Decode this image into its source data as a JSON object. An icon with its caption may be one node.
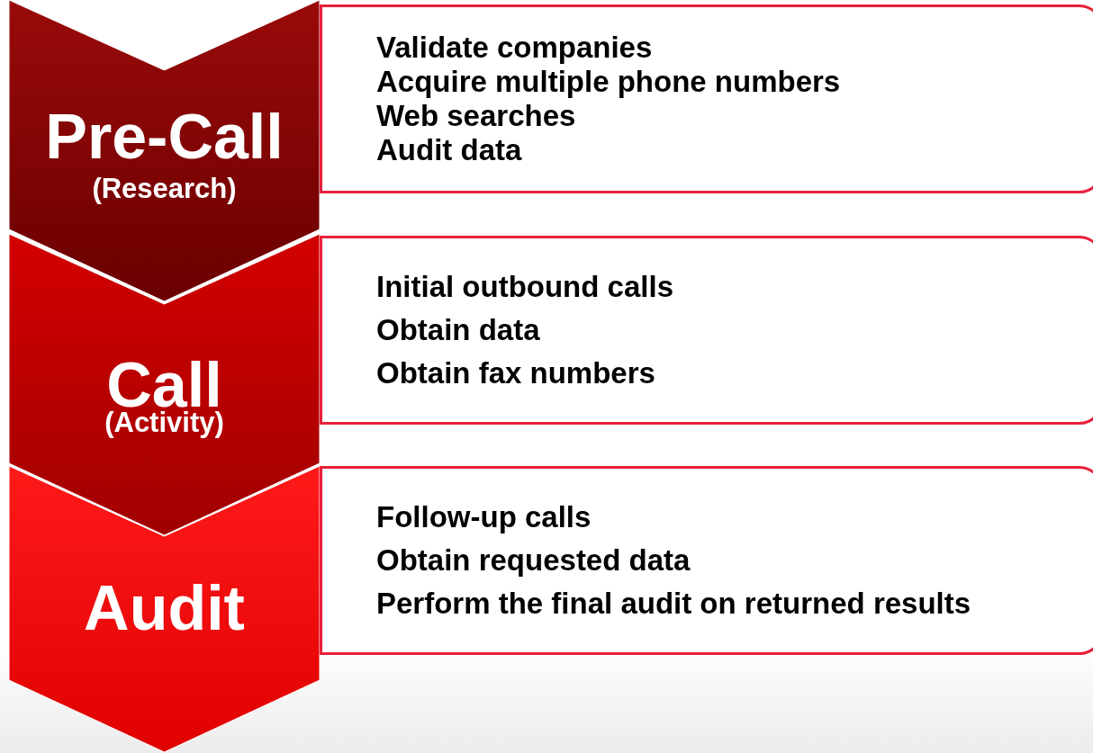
{
  "diagram": {
    "nodes": [
      {
        "text": [
          "Pre-Call",
          "(Research)"
        ]
      },
      {
        "text": [
          "Validate companies",
          "Acquire multiple phone numbers",
          "Web searches",
          "Audit data"
        ]
      },
      {
        "text": [
          "Call",
          "(Activity)"
        ]
      },
      {
        "text": [
          "Initial outbound calls",
          "Obtain data",
          "Obtain fax numbers"
        ]
      },
      {
        "text": [
          "Audit"
        ]
      },
      {
        "text": [
          "Follow-up calls",
          "Obtain requested data",
          "Perform the final audit on returned results"
        ]
      }
    ]
  }
}
